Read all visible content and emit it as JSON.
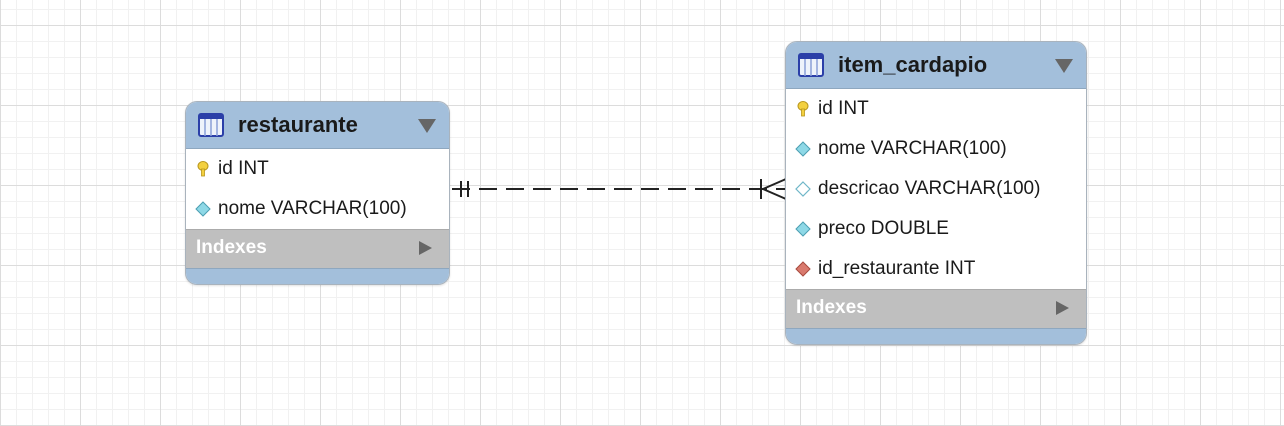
{
  "tables": [
    {
      "name": "restaurante",
      "columns": [
        {
          "label": "id INT",
          "icon": "primary-key-icon"
        },
        {
          "label": "nome VARCHAR(100)",
          "icon": "column-icon"
        }
      ],
      "indexes_label": "Indexes"
    },
    {
      "name": "item_cardapio",
      "columns": [
        {
          "label": "id INT",
          "icon": "primary-key-icon"
        },
        {
          "label": "nome VARCHAR(100)",
          "icon": "column-icon"
        },
        {
          "label": "descricao VARCHAR(100)",
          "icon": "nullable-column-icon"
        },
        {
          "label": "preco DOUBLE",
          "icon": "column-icon"
        },
        {
          "label": "id_restaurante INT",
          "icon": "foreign-key-icon"
        }
      ],
      "indexes_label": "Indexes"
    }
  ],
  "relationship": {
    "from": "restaurante",
    "to": "item_cardapio",
    "from_cardinality": "one",
    "to_cardinality": "many",
    "style": "dashed"
  },
  "colors": {
    "header": "#a3bfdb",
    "indexes_bar": "#bfbfbf",
    "key": "#f3d040",
    "column": "#8ed8e6",
    "foreign_key": "#d97a6e"
  }
}
